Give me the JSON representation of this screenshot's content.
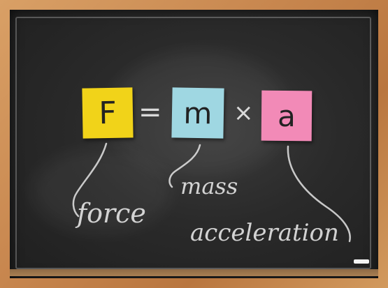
{
  "equation": {
    "force_symbol": "F",
    "equals": "=",
    "mass_symbol": "m",
    "times": "×",
    "acceleration_symbol": "a"
  },
  "labels": {
    "force": "force",
    "mass": "mass",
    "acceleration": "acceleration"
  },
  "colors": {
    "frame_wood": "#c8874f",
    "chalkboard": "#2a2a2a",
    "note_force": "#f1d319",
    "note_mass": "#9fd7e2",
    "note_acceleration": "#f28ab7"
  }
}
